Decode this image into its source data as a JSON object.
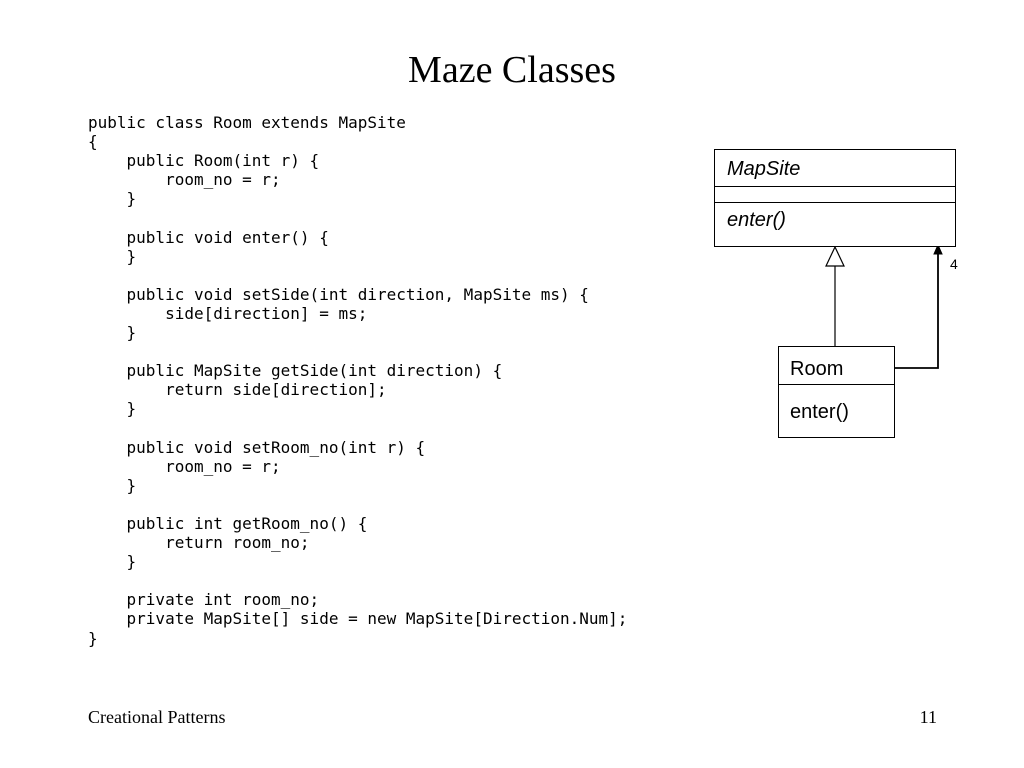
{
  "slide": {
    "title": "Maze Classes",
    "footer_left": "Creational Patterns",
    "page_number": "11"
  },
  "code": {
    "lines": [
      "public class Room extends MapSite",
      "{",
      "    public Room(int r) {",
      "        room_no = r;",
      "    }",
      "",
      "    public void enter() {",
      "    }",
      "",
      "    public void setSide(int direction, MapSite ms) {",
      "        side[direction] = ms;",
      "    }",
      "",
      "    public MapSite getSide(int direction) {",
      "        return side[direction];",
      "    }",
      "",
      "    public void setRoom_no(int r) {",
      "        room_no = r;",
      "    }",
      "",
      "    public int getRoom_no() {",
      "        return room_no;",
      "    }",
      "",
      "    private int room_no;",
      "    private MapSite[] side = new MapSite[Direction.Num];",
      "}"
    ]
  },
  "uml": {
    "mapsite": {
      "name": "MapSite",
      "operation": "enter()"
    },
    "room": {
      "name": "Room",
      "operation": "enter()"
    },
    "multiplicity": "4"
  }
}
